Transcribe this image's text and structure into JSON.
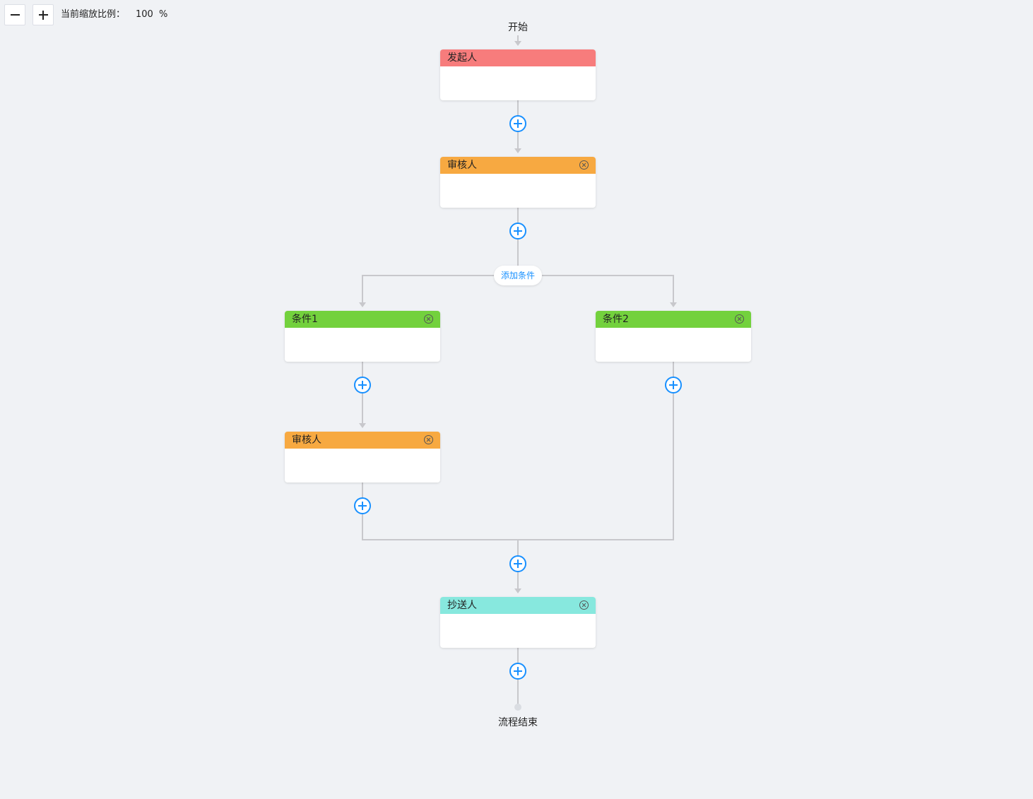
{
  "toolbar": {
    "zoom_out_icon": "minus-icon",
    "zoom_in_icon": "plus-icon",
    "zoom_label": "当前缩放比例：",
    "zoom_value": "100",
    "zoom_unit": "%"
  },
  "flow": {
    "start_label": "开始",
    "end_label": "流程结束",
    "add_condition_label": "添加条件",
    "nodes": {
      "initiator": {
        "title": "发起人",
        "color": "#f77c7c"
      },
      "approver_1": {
        "title": "审核人",
        "color": "#f7a941"
      },
      "condition_1": {
        "title": "条件1",
        "color": "#73d13d"
      },
      "condition_2": {
        "title": "条件2",
        "color": "#73d13d"
      },
      "approver_2": {
        "title": "审核人",
        "color": "#f7a941"
      },
      "cc": {
        "title": "抄送人",
        "color": "#87e8de"
      }
    },
    "add_icon": "plus-circle-icon",
    "delete_icon": "close-circle-icon",
    "accent_color": "#1890ff",
    "line_color": "#c8c8cc"
  }
}
